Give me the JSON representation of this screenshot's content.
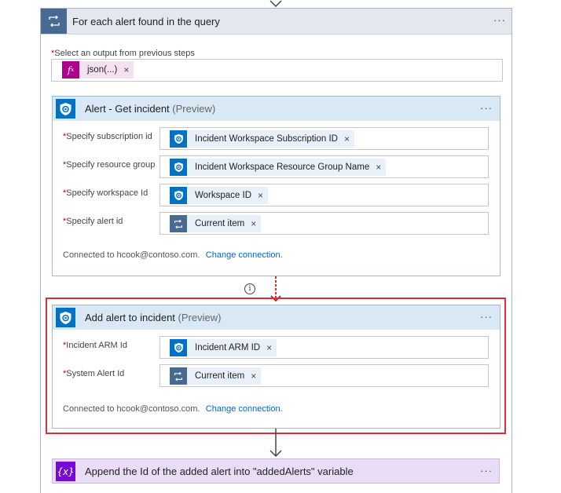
{
  "foreach": {
    "title": "For each alert found in the query",
    "menu": "···",
    "output_label_req": "*",
    "output_label": "Select an output from previous steps",
    "output_token": "json(...)",
    "remove": "×"
  },
  "get_incident": {
    "title": "Alert - Get incident",
    "preview": "(Preview)",
    "menu": "···",
    "fields": [
      {
        "label": "Specify subscription id",
        "token": "Incident Workspace Subscription ID",
        "icon": "sentinel-shield-icon"
      },
      {
        "label": "Specify resource group",
        "token": "Incident Workspace Resource Group Name",
        "icon": "sentinel-shield-icon"
      },
      {
        "label": "Specify workspace Id",
        "token": "Workspace ID",
        "icon": "sentinel-shield-icon"
      },
      {
        "label": "Specify alert id",
        "token": "Current item",
        "icon": "loop-icon"
      }
    ],
    "connected_text": "Connected to hcook@contoso.com.",
    "change_connection": "Change connection."
  },
  "add_alert": {
    "title": "Add alert to incident",
    "preview": "(Preview)",
    "menu": "···",
    "fields": [
      {
        "label": "Incident ARM Id",
        "token": "Incident ARM ID",
        "icon": "sentinel-shield-icon"
      },
      {
        "label": "System Alert Id",
        "token": "Current item",
        "icon": "loop-icon"
      }
    ],
    "connected_text": "Connected to hcook@contoso.com.",
    "change_connection": "Change connection."
  },
  "append": {
    "icon_text": "{x}",
    "title": "Append the Id of the added alert into \"addedAlerts\" variable",
    "menu": "···"
  },
  "info_symbol": "i",
  "required_marker": "*"
}
